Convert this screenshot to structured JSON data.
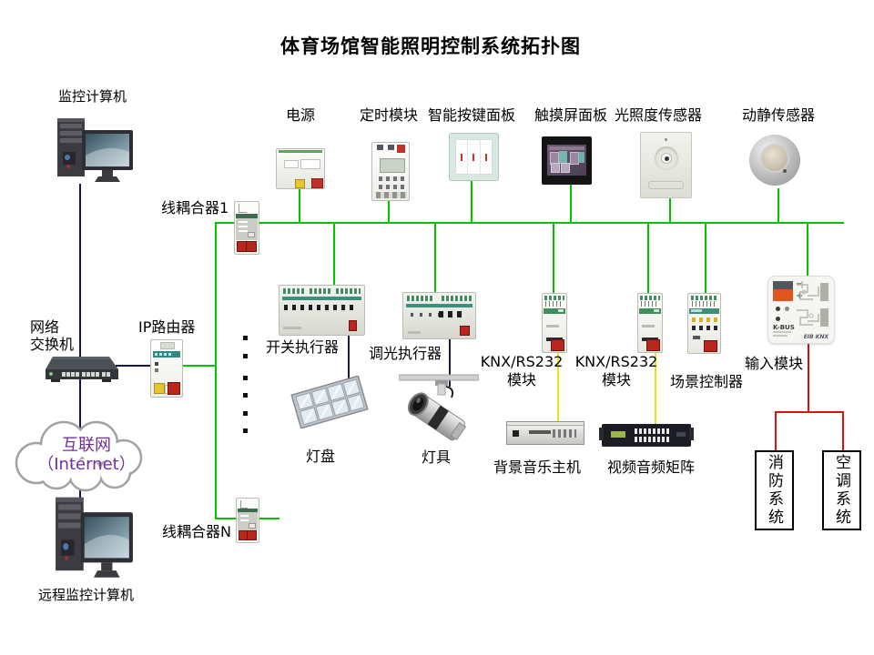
{
  "title": "体育场馆智能照明控制系统拓扑图",
  "colors": {
    "bus_green": "#00c400",
    "network_navy": "#14145a",
    "serial_yellow": "#f0e40a",
    "alarm_red": "#dd1111",
    "internet_purple": "#7030a0"
  },
  "labels": {
    "monitor_pc": "监控计算机",
    "power": "电源",
    "timer": "定时模块",
    "button_panel": "智能按键面板",
    "touch_panel": "触摸屏面板",
    "light_sensor": "光照度传感器",
    "motion_sensor": "动静传感器",
    "coupler1": "线耦合器1",
    "network_switch_1": "网络",
    "network_switch_2": "交换机",
    "ip_router": "IP路由器",
    "switch_actuator": "开关执行器",
    "dimmer_actuator": "调光执行器",
    "knx_rs232_1": "KNX/RS232",
    "knx_rs232_2": "模块",
    "scene_controller": "场景控制器",
    "input_module": "输入模块",
    "light_panel": "灯盘",
    "light_fixture": "灯具",
    "bgm_host": "背景音乐主机",
    "av_matrix": "视频音频矩阵",
    "internet_1": "互联网",
    "internet_2": "（Internet）",
    "coupler_n": "线耦合器N",
    "remote_pc": "远程监控计算机",
    "fire_system": "消防系统",
    "ac_system": "空调系统"
  },
  "device_texts": {
    "kbus": "K-BUS",
    "eib_knx": "EIB KNX"
  }
}
